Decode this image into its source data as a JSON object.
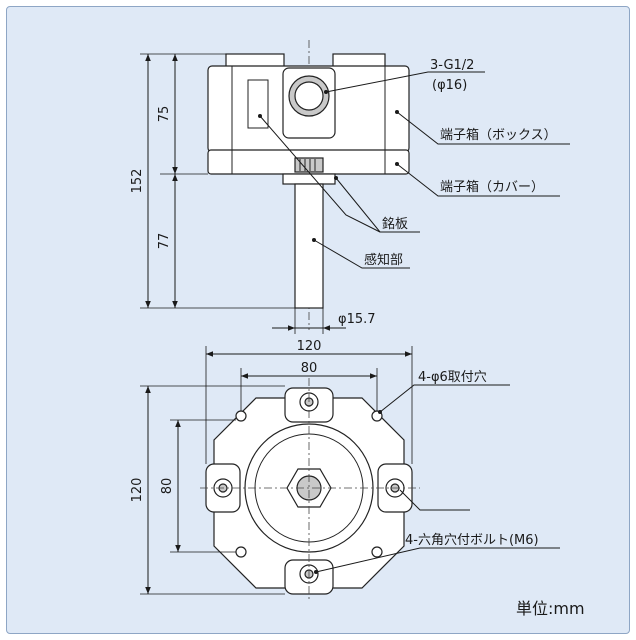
{
  "side_view": {
    "dim_total_height": "152",
    "dim_box_height": "75",
    "dim_probe_length": "77",
    "dim_probe_diameter": "φ15.7",
    "label_port": "3-G1/2",
    "label_port_diameter": "(φ16)",
    "label_terminal_box": "端子箱（ボックス）",
    "label_terminal_cover": "端子箱（カバー）",
    "label_nameplate": "銘板",
    "label_sensing_part": "感知部"
  },
  "bottom_view": {
    "dim_outer_width": "120",
    "dim_inner_width": "80",
    "dim_outer_height": "120",
    "dim_inner_height": "80",
    "label_mount_holes": "4-φ6取付穴",
    "label_bolts": "4-六角穴付ボルト(M6)"
  },
  "unit_label": "単位:mm"
}
